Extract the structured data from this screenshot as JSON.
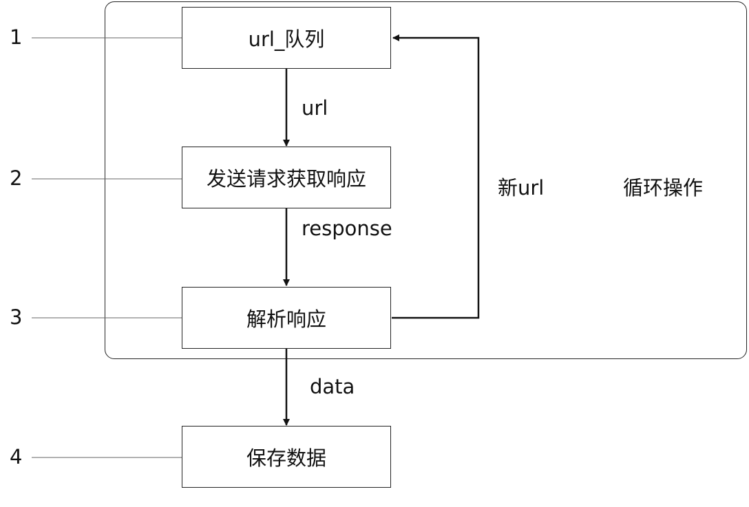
{
  "steps": [
    {
      "number": "1",
      "label": "url_队列"
    },
    {
      "number": "2",
      "label": "发送请求获取响应"
    },
    {
      "number": "3",
      "label": "解析响应"
    },
    {
      "number": "4",
      "label": "保存数据"
    }
  ],
  "edges": {
    "queue_to_request": "url",
    "request_to_parse": "response",
    "parse_to_save": "data",
    "parse_to_queue": "新url"
  },
  "loop_label": "循环操作"
}
